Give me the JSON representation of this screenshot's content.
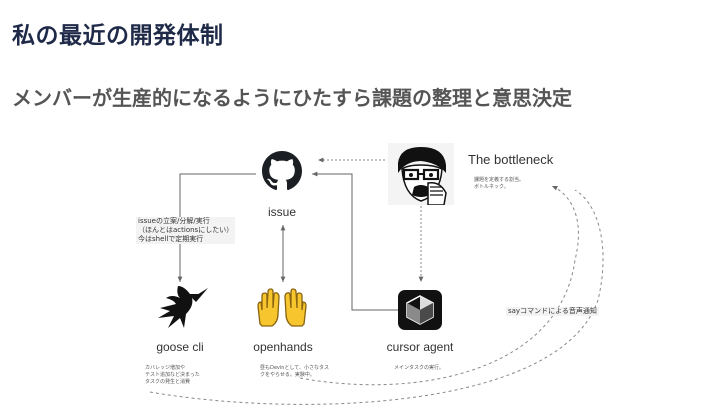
{
  "header": {
    "title": "私の最近の開発体制",
    "subtitle": "メンバーが生産的になるようにひたすら課題の整理と意思決定"
  },
  "nodes": {
    "issue": {
      "label": "issue",
      "icon": "github-icon"
    },
    "bottleneck": {
      "label": "The bottleneck",
      "desc_line1": "課題を定義する割当。",
      "desc_line2": "ボトルネック。",
      "icon": "person-portrait-icon"
    },
    "goose": {
      "label": "goose cli",
      "desc_line1": "カバレッジ増加や",
      "desc_line2": "テスト追加など決まった",
      "desc_line3": "タスクの発生と消費",
      "icon": "goose-icon"
    },
    "openhands": {
      "label": "openhands",
      "desc_line1": "昼もDevinとして、小さなタス",
      "desc_line2": "クをやらせる。実験中。",
      "icon": "raised-hands-icon"
    },
    "cursor": {
      "label": "cursor agent",
      "desc_line1": "メインタスクの実行。",
      "icon": "cursor-cube-icon"
    }
  },
  "annotations": {
    "issue_flow_line1": "issueの立案/分解/実行",
    "issue_flow_line2": "（ほんとはactionsにしたい）",
    "issue_flow_line3": "今はshellで定期実行",
    "say_notify": "sayコマンドによる音声通知"
  }
}
